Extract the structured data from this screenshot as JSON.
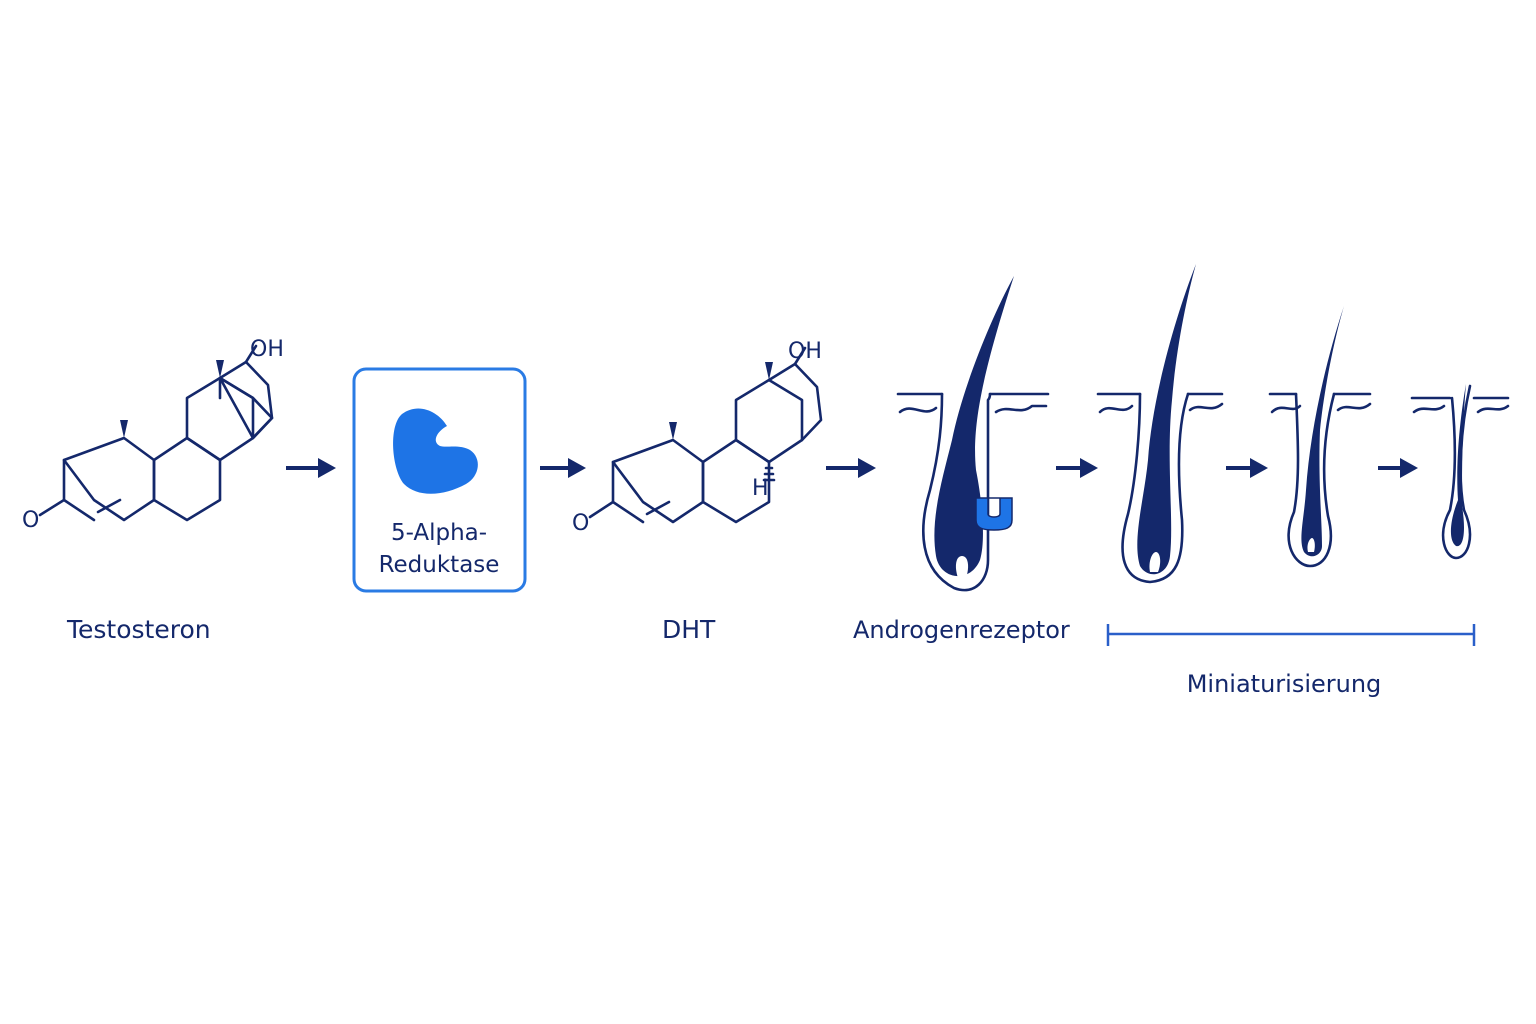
{
  "labels": {
    "testosterone": "Testosteron",
    "enzyme_line1": "5-Alpha-",
    "enzyme_line2": "Reduktase",
    "dht": "DHT",
    "receptor": "Androgenrezeptor",
    "miniaturization": "Miniaturisierung"
  },
  "molecule_atoms": {
    "hydroxyl": "OH",
    "keto": "O",
    "hydrogen": "H"
  },
  "colors": {
    "navy": "#14286b",
    "accent_blue": "#2a7be4",
    "receptor_blue": "#1e74e6"
  },
  "icons": [
    "enzyme-pacman-icon",
    "receptor-cup-icon",
    "arrow-right-icon"
  ]
}
